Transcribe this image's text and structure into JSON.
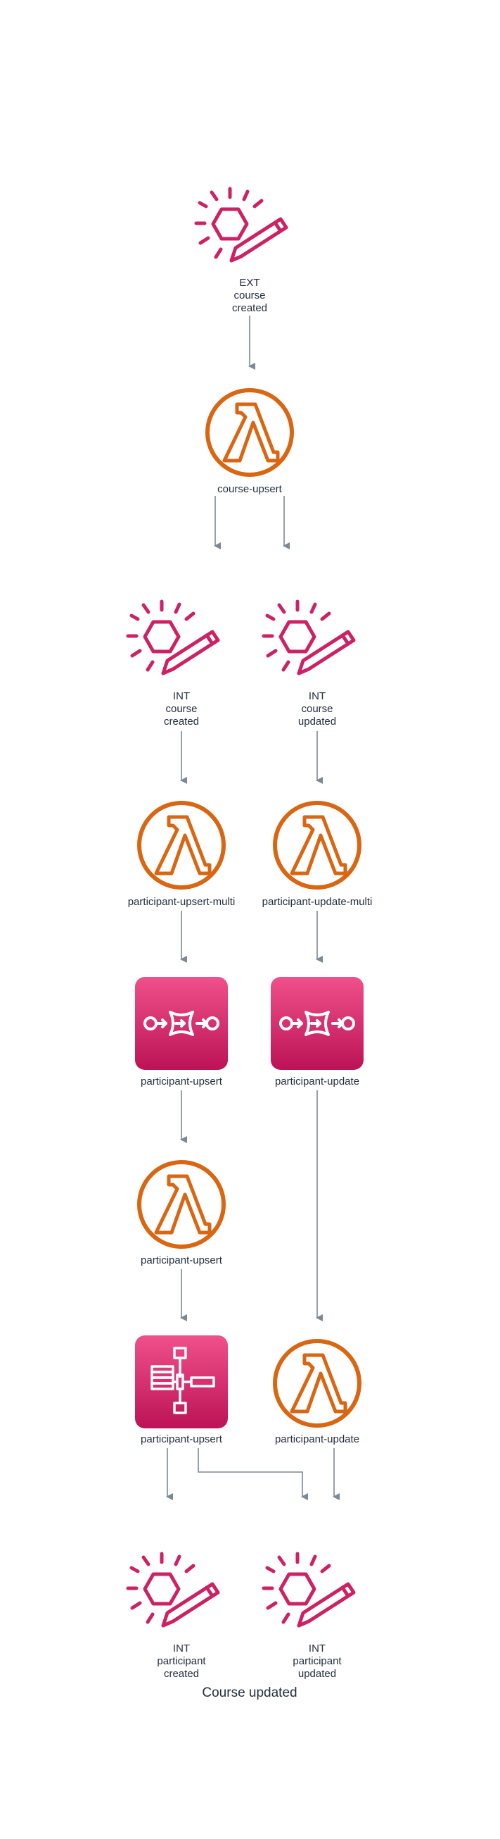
{
  "caption": "Course updated",
  "colors": {
    "event_pink": "#cc2264",
    "lambda_orange": "#d86613",
    "sqs_pink_top": "#f0508b",
    "sqs_pink_bottom": "#bc1356",
    "arrow": "#7b8896",
    "text": "#232f3e"
  },
  "nodes": {
    "ext_course_created": {
      "icon": "eventbridge-event-icon",
      "lines": [
        "EXT",
        "course",
        "created"
      ]
    },
    "course_upsert_fn": {
      "icon": "lambda-icon",
      "label": "course-upsert"
    },
    "int_course_created": {
      "icon": "eventbridge-event-icon",
      "lines": [
        "INT",
        "course",
        "created"
      ]
    },
    "int_course_updated": {
      "icon": "eventbridge-event-icon",
      "lines": [
        "INT",
        "course",
        "updated"
      ]
    },
    "participant_upsert_multi_fn": {
      "icon": "lambda-icon",
      "label": "participant-upsert-multi"
    },
    "participant_update_multi_fn": {
      "icon": "lambda-icon",
      "label": "participant-update-multi"
    },
    "participant_upsert_queue": {
      "icon": "sqs-queue-icon",
      "label": "participant-upsert"
    },
    "participant_update_queue": {
      "icon": "sqs-queue-icon",
      "label": "participant-update"
    },
    "participant_upsert_fn": {
      "icon": "lambda-icon",
      "label": "participant-upsert"
    },
    "participant_upsert_sfn": {
      "icon": "step-functions-icon",
      "label": "participant-upsert"
    },
    "participant_update_fn": {
      "icon": "lambda-icon",
      "label": "participant-update"
    },
    "int_participant_created": {
      "icon": "eventbridge-event-icon",
      "lines": [
        "INT",
        "participant",
        "created"
      ]
    },
    "int_participant_updated": {
      "icon": "eventbridge-event-icon",
      "lines": [
        "INT",
        "participant",
        "updated"
      ]
    }
  }
}
